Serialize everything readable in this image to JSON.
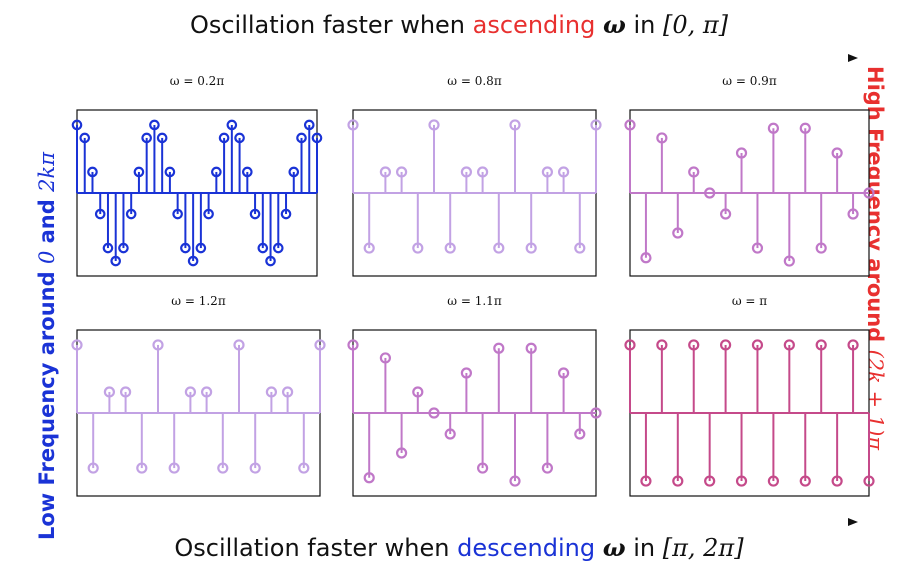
{
  "top_title": {
    "prefix": "Oscillation faster when ",
    "keyword": "ascending",
    "omega": "ω",
    "mid": " in ",
    "interval": "[0, π]"
  },
  "bottom_title": {
    "prefix": "Oscillation faster when ",
    "keyword": "descending",
    "omega": "ω",
    "mid": " in ",
    "interval": "[π, 2π]"
  },
  "left_side": {
    "text": "Low Frequency around ",
    "zero": "0",
    "and": " and ",
    "expr": "2kπ"
  },
  "right_side": {
    "text": "High Frequency around ",
    "expr": "(2k + 1)π"
  },
  "colors": {
    "blue": "#1a33d6",
    "red": "#e8302f",
    "lavender": "#c2a2e4",
    "orchid": "#c078c8",
    "magenta": "#c54a8a"
  },
  "chart_data": [
    {
      "type": "stem",
      "title": "ω = 0.2π",
      "omega_over_pi": 0.2,
      "n": 32,
      "color": "#1a33d6"
    },
    {
      "type": "stem",
      "title": "ω = 0.8π",
      "omega_over_pi": 0.8,
      "n": 16,
      "color": "#c2a2e4"
    },
    {
      "type": "stem",
      "title": "ω = 0.9π",
      "omega_over_pi": 0.9,
      "n": 16,
      "color": "#c078c8"
    },
    {
      "type": "stem",
      "title": "ω = 1.2π",
      "omega_over_pi": 1.2,
      "n": 16,
      "color": "#c2a2e4"
    },
    {
      "type": "stem",
      "title": "ω = 1.1π",
      "omega_over_pi": 1.1,
      "n": 16,
      "color": "#c078c8"
    },
    {
      "type": "stem",
      "title": "ω = π",
      "omega_over_pi": 1.0,
      "n": 16,
      "color": "#c54a8a"
    }
  ]
}
